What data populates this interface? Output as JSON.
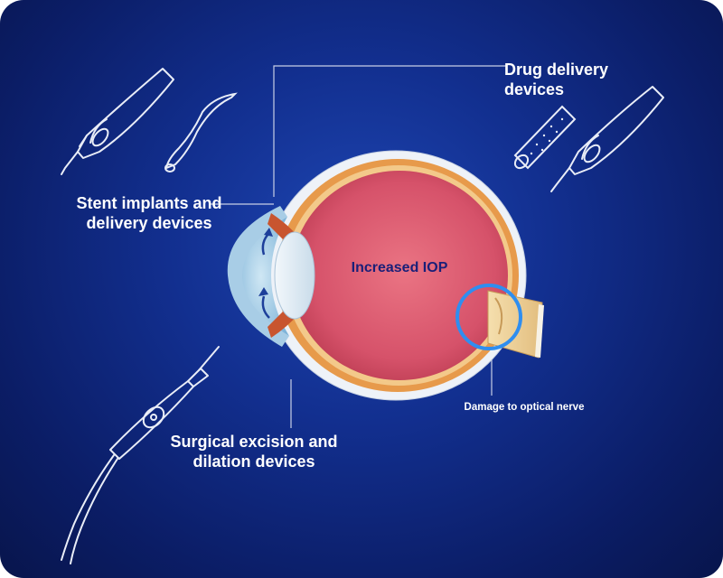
{
  "labels": {
    "stent": [
      "Stent implants and",
      "delivery devices"
    ],
    "drug": [
      "Drug delivery",
      "devices"
    ],
    "surgical": [
      "Surgical excision and",
      "dilation devices"
    ],
    "iop": "Increased IOP",
    "nerve": "Damage to optical nerve"
  },
  "colors": {
    "background": "#122f8f",
    "label_text": "#ffffff",
    "iop_text": "#1a1f78",
    "highlight_ring": "#2f8ef0",
    "eye_interior": "#d8566c"
  },
  "icons": [
    "stent-delivery-device",
    "stent-tube",
    "drug-implant-rod",
    "drug-delivery-injector",
    "surgical-probe"
  ]
}
